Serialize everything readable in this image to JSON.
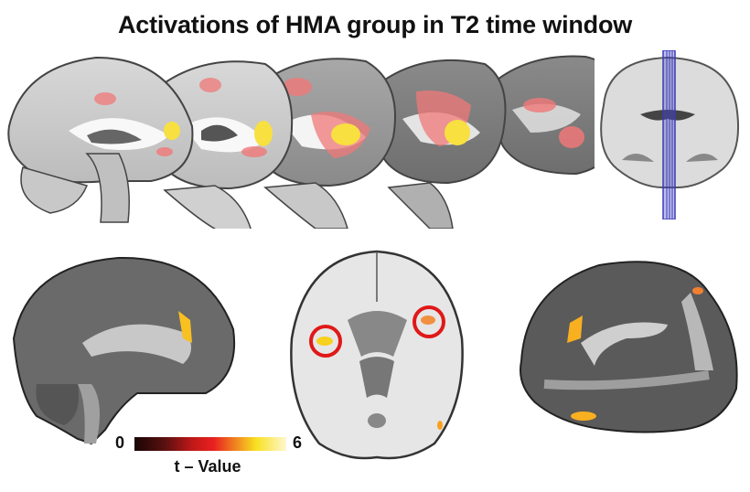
{
  "figure": {
    "title": "Activations of HMA group in T2 time window"
  },
  "top_row": {
    "sagittal_slices": [
      {
        "index": 1,
        "activations": [
          "cingulate-yellow",
          "frontal-pink"
        ]
      },
      {
        "index": 2,
        "activations": [
          "cingulate-yellow",
          "frontal-pink"
        ]
      },
      {
        "index": 3,
        "activations": [
          "cingulate-yellow",
          "frontal-pink"
        ]
      },
      {
        "index": 4,
        "activations": [
          "cingulate-yellow",
          "frontal-pink"
        ]
      },
      {
        "index": 5,
        "activations": [
          "frontal-pink"
        ]
      }
    ],
    "coronal_reference": {
      "slab_color": "#3a3ab8"
    }
  },
  "bottom_row": {
    "left": {
      "view": "sagittal-3d-medial"
    },
    "center": {
      "view": "axial",
      "highlight_circle_color": "#e01818",
      "circles": 2
    },
    "right": {
      "view": "sagittal-3d-cut"
    }
  },
  "colorbar": {
    "min": "0",
    "max": "6",
    "label": "t – Value",
    "colors": [
      "#1a0505",
      "#c01818",
      "#f08020",
      "#f8e020",
      "#fff8d0"
    ]
  }
}
